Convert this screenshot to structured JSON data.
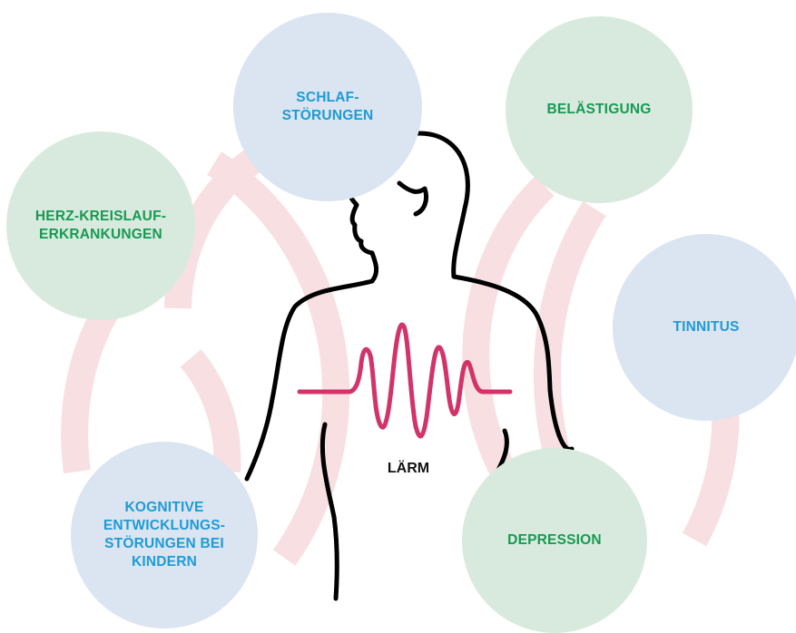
{
  "center_label": "LÄRM",
  "effects": {
    "schlaf": "SCHLAF-\nSTÖRUNGEN",
    "belaestigung": "BELÄSTIGUNG",
    "herz": "HERZ-KREISLAUF-\nERKRANKUNGEN",
    "tinnitus": "TINNITUS",
    "kognitiv": "KOGNITIVE\nENTWICKLUNGS-\nSTÖRUNGEN BEI\nKINDERN",
    "depression": "DEPRESSION"
  },
  "colors": {
    "blue_bubble": "#dbe4f1",
    "blue_text": "#1e9bd7",
    "green_bubble": "#d8eade",
    "green_text": "#169a52",
    "wave": "#f8dfe2",
    "signal": "#d2346a",
    "outline": "#000000"
  }
}
